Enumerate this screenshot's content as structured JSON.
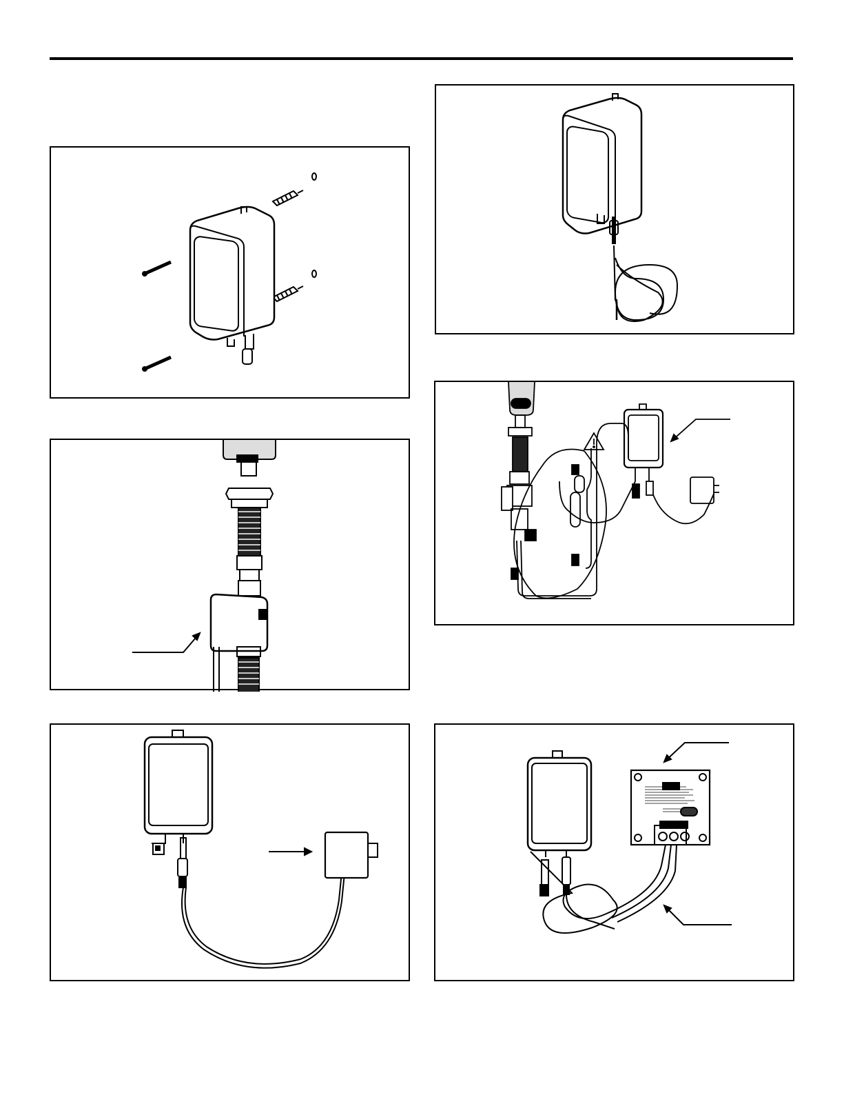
{
  "document": {
    "figures": [
      {
        "name": "wall-mounting-figure"
      },
      {
        "name": "power-module-cord-figure"
      },
      {
        "name": "solenoid-valve-figure"
      },
      {
        "name": "system-wiring-figure"
      },
      {
        "name": "plug-in-adapter-figure"
      },
      {
        "name": "junction-box-figure"
      }
    ],
    "colors": {
      "line": "#000000",
      "background": "#ffffff",
      "shade": "#d9d9d9"
    }
  }
}
